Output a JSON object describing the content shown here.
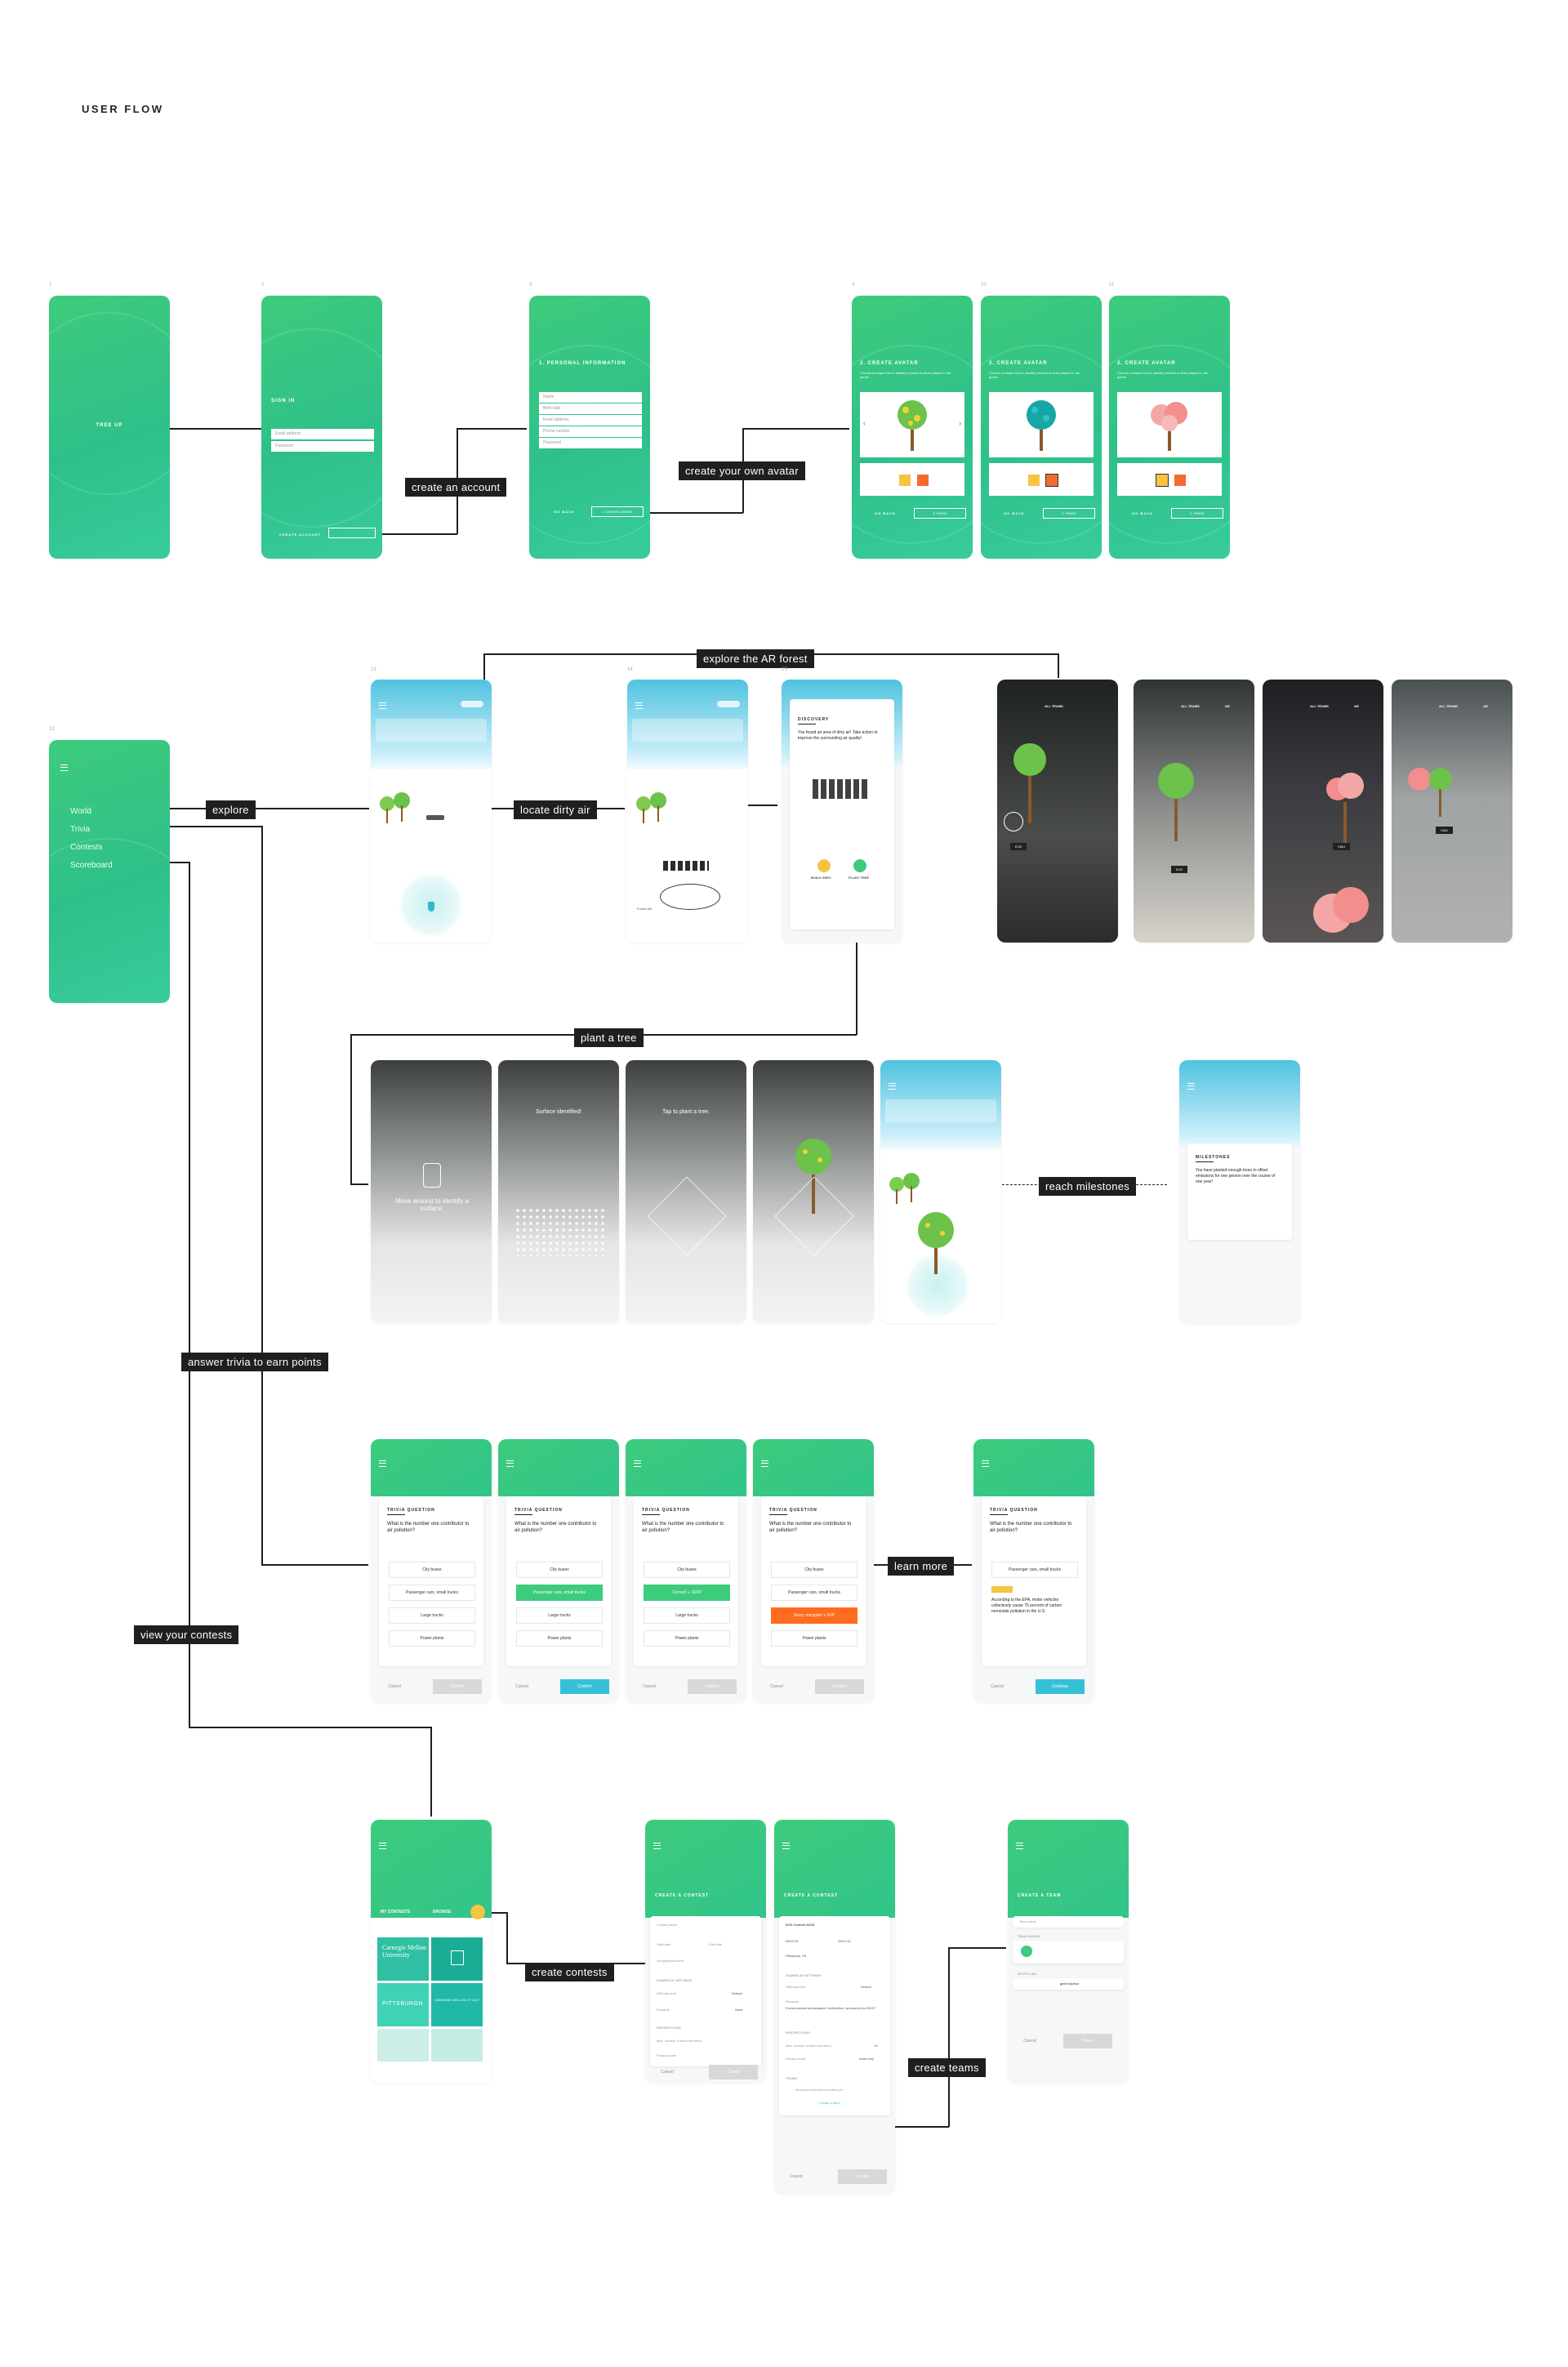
{
  "page": {
    "title": "USER FLOW"
  },
  "annotations": {
    "create_account": "create an account",
    "create_avatar": "create your own avatar",
    "explore_ar": "explore the AR forest",
    "explore": "explore",
    "locate_dirty_air": "locate dirty air",
    "plant_tree": "plant a tree",
    "reach_milestones": "reach milestones",
    "answer_trivia": "answer trivia to earn points",
    "learn_more": "learn more",
    "view_contests": "view your contests",
    "create_contests": "create contests",
    "create_teams": "create teams"
  },
  "onboarding": {
    "splash": {
      "app_name": "TREE UP"
    },
    "sign_in": {
      "heading": "SIGN IN",
      "email_placeholder": "Email address",
      "password_placeholder": "Password",
      "create_account": "CREATE ACCOUNT"
    },
    "personal_info": {
      "heading": "1. PERSONAL INFORMATION",
      "fields": [
        "Name",
        "Birth date",
        "Email address",
        "Phone number",
        "Password"
      ],
      "back": "GO BACK",
      "next": "2. CREATE AVATAR"
    },
    "avatar": {
      "heading": "2. CREATE AVATAR",
      "desc": "Choose a unique tree to identify yourself to other players in the game!",
      "back": "GO BACK",
      "next": "3. FINISH"
    }
  },
  "menu": {
    "items": [
      "World",
      "Trivia",
      "Contests",
      "Scoreboard"
    ]
  },
  "world": {
    "discovery": {
      "heading": "DISCOVERY",
      "text": "You found an area of dirty air! Take action to improve the surrounding air quality!",
      "build_grey": "BUILD GREY",
      "plant_tree": "PLANT TREE"
    },
    "ar_top": {
      "all_teams": "ALL TEAMS",
      "ar": "AR"
    },
    "ar_labels": [
      "ECE",
      "ECE",
      "CMU",
      "CMU"
    ],
    "ar_steps": [
      "Move around to identify a surface.",
      "Surface identified!",
      "Tap to plant a tree."
    ],
    "milestones": {
      "heading": "MILESTONES",
      "text": "You have planted enough trees to offset emissions for one person over the course of one year!"
    },
    "found_text": "Found dirt"
  },
  "trivia": {
    "heading": "TRIVIA QUESTION",
    "question": "What is the number one contributor to air pollution?",
    "options": [
      "City buses",
      "Passenger cars, small trucks",
      "Large trucks",
      "Power plants"
    ],
    "correct": "Correct! + 10XP",
    "wrong": "Sorry, not quite! + 5XP",
    "cancel": "Cancel",
    "confirm": "Confirm",
    "continue": "Continue",
    "fact": "According to the EPA, motor vehicles collectively cause 75 percent of carbon monoxide pollution in the U.S."
  },
  "contests": {
    "tabs": [
      "MY CONTESTS",
      "BROWSE"
    ],
    "tiles": [
      "Carnegie Mellon University",
      "",
      "PITTSBURGH",
      "CARNEGIE MELLON CY 2017"
    ],
    "create_heading": "CREATE A CONTEST",
    "name_field": "Contest name",
    "start": "Start date",
    "end": "End date",
    "location": "Geographical area",
    "gameplay": "GAMEPLAY SETTINGS",
    "difficulty": "Difficulty level",
    "difficulty_val": "Default",
    "rewards": "Rewards",
    "rewards_val": "None",
    "restrictions": "RESTRICTIONS",
    "max_teams": "Max. number of team members",
    "privacy": "Privacy mode",
    "cancel": "Cancel",
    "create": "Create",
    "filled_name": "ECE Contest 20/19",
    "filled_start": "05/01/19",
    "filled_end": "05/31/19",
    "filled_location": "Pittsburgh, PA",
    "filled_rewards_val": "Environmental Ambassador Certification, sponsored by EAGP",
    "filled_max": "10",
    "filled_privacy": "Invite only",
    "teams": "TEAMS",
    "no_teams": "No teams have been created yet.",
    "create_team_link": "+ Create a team",
    "team_heading": "CREATE A TEAM",
    "team_name": "Team name",
    "team_avatar": "TEAM AVATAR",
    "invite_link": "INVITE LINK",
    "invite_url": "green.ly/ece",
    "done": "Done"
  }
}
